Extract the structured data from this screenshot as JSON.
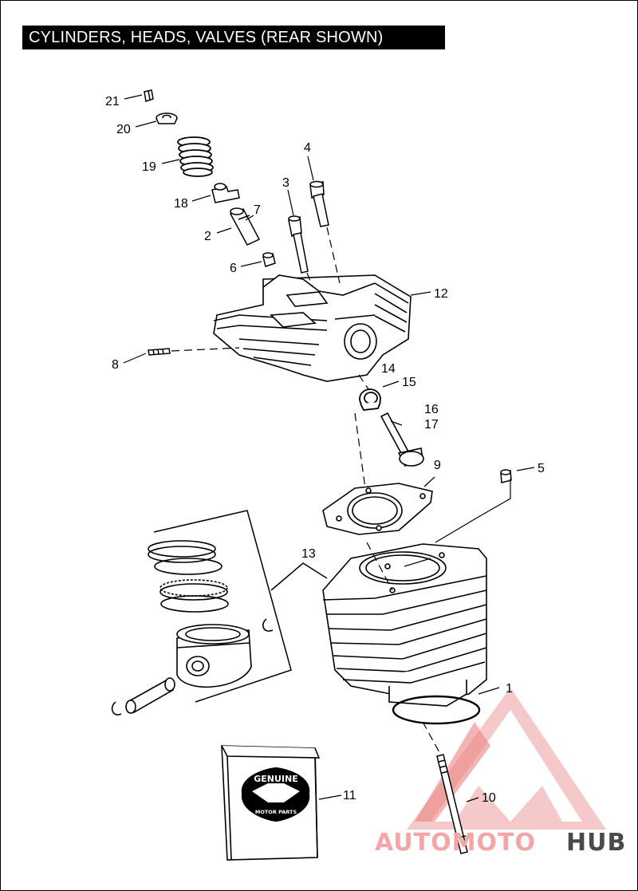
{
  "title": "CYLINDERS, HEADS, VALVES (REAR SHOWN)",
  "callouts": [
    "1",
    "2",
    "3",
    "4",
    "5",
    "6",
    "7",
    "8",
    "9",
    "10",
    "11",
    "12",
    "13",
    "14",
    "15",
    "16",
    "17",
    "18",
    "19",
    "20",
    "21"
  ],
  "badge": {
    "line1": "GENUINE",
    "line2": "MOTOR PARTS"
  },
  "watermark": {
    "part1": "AUTOMOTO",
    "part2": "HUB"
  },
  "colors": {
    "ink": "#000000",
    "watermark_red": "#e85a5a",
    "watermark_pink": "#f4a6a6",
    "watermark_gray": "#4a4a4a"
  }
}
